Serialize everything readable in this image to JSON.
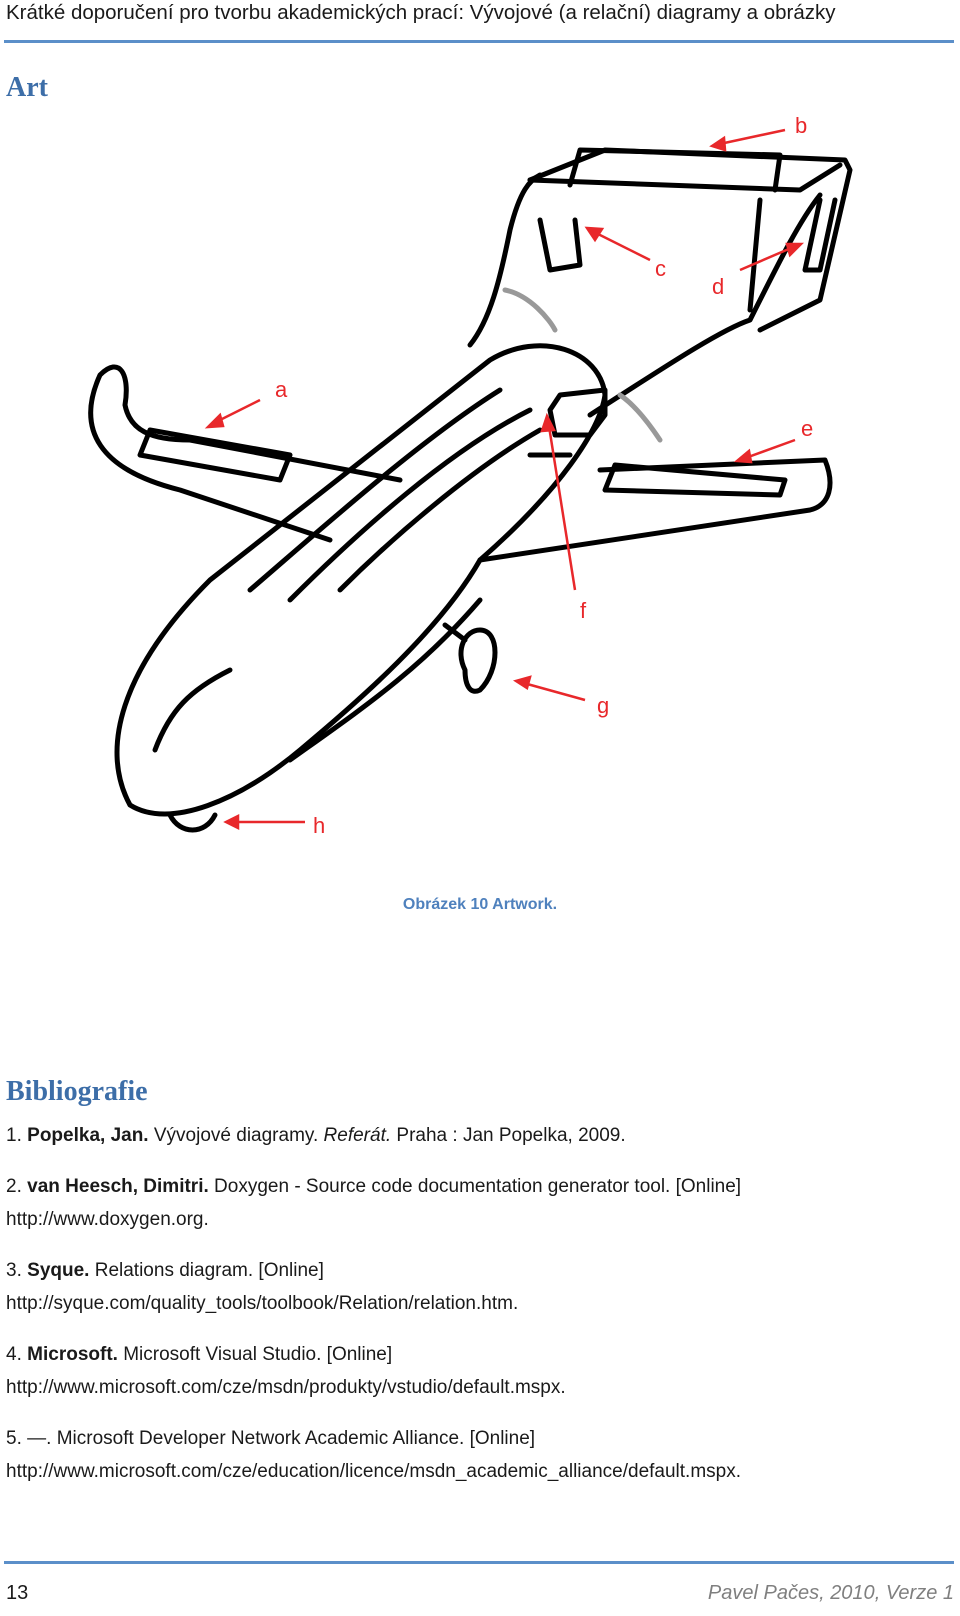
{
  "header": {
    "title": "Krátké doporučení pro tvorbu akademických prací: Vývojové (a relační) diagramy a obrázky"
  },
  "section_art": {
    "heading": "Art"
  },
  "figure": {
    "labels": [
      "a",
      "b",
      "c",
      "d",
      "e",
      "f",
      "g",
      "h"
    ],
    "caption": "Obrázek 10 Artwork.",
    "colors": {
      "line": "#000000",
      "arrow": "#e8282b",
      "gray": "#999999"
    }
  },
  "bibliography": {
    "heading": "Bibliografie",
    "entries": [
      {
        "num": "1.",
        "author": "Popelka, Jan.",
        "title": "Vývojové diagramy.",
        "type": "Referát.",
        "rest": "Praha : Jan Popelka, 2009.",
        "url": ""
      },
      {
        "num": "2.",
        "author": "van Heesch, Dimitri.",
        "title": "Doxygen - Source code documentation generator tool. [Online]",
        "type": "",
        "rest": "",
        "url": "http://www.doxygen.org."
      },
      {
        "num": "3.",
        "author": "Syque.",
        "title": "Relations diagram. [Online]",
        "type": "",
        "rest": "",
        "url": "http://syque.com/quality_tools/toolbook/Relation/relation.htm."
      },
      {
        "num": "4.",
        "author": "Microsoft.",
        "title": "Microsoft Visual Studio. [Online]",
        "type": "",
        "rest": "",
        "url": "http://www.microsoft.com/cze/msdn/produkty/vstudio/default.mspx."
      },
      {
        "num": "5.",
        "author": "—.",
        "title": "Microsoft Developer Network Academic Alliance. [Online]",
        "type": "",
        "rest": "",
        "url": "http://www.microsoft.com/cze/education/licence/msdn_academic_alliance/default.mspx."
      }
    ]
  },
  "footer": {
    "page_number": "13",
    "author": "Pavel Pačes",
    "year": "2010",
    "version": "Verze 1"
  }
}
